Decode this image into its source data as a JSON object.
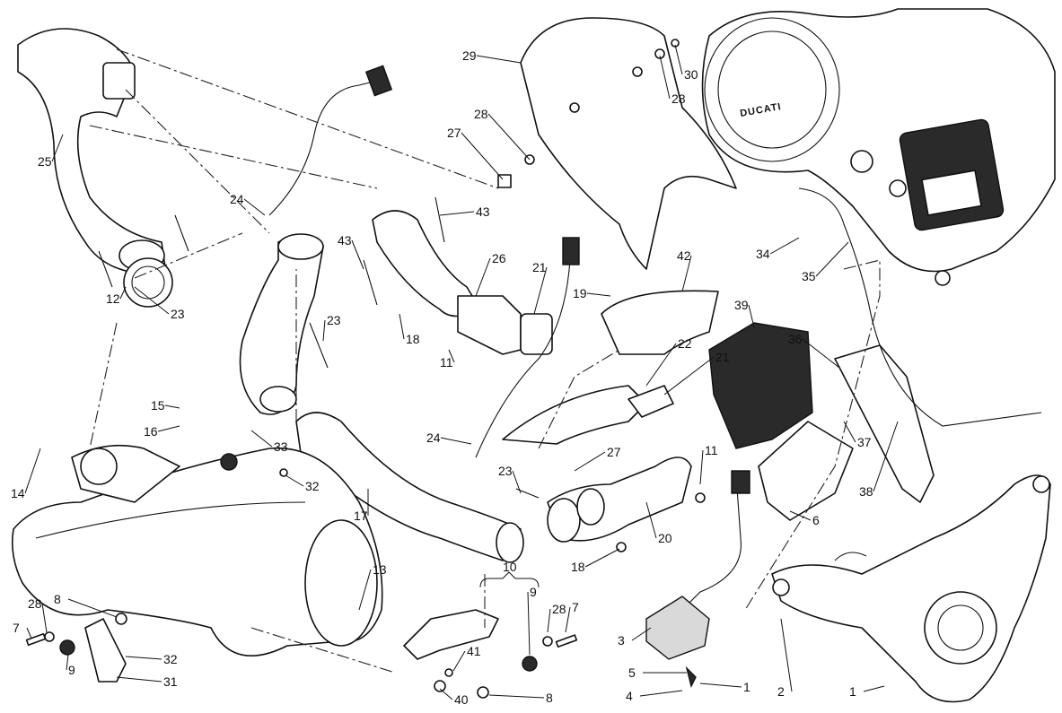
{
  "diagram": {
    "title": "Exhaust system exploded view",
    "logo_text": "DUCATI",
    "callouts": [
      "25",
      "23",
      "24",
      "29",
      "28",
      "27",
      "30",
      "28",
      "43",
      "43",
      "26",
      "21",
      "19",
      "42",
      "39",
      "34",
      "35",
      "36",
      "37",
      "38",
      "12",
      "18",
      "11",
      "23",
      "15",
      "16",
      "33",
      "32",
      "14",
      "22",
      "21",
      "24",
      "27",
      "23",
      "11",
      "20",
      "18",
      "17",
      "6",
      "13",
      "10",
      "9",
      "28",
      "7",
      "8",
      "28",
      "7",
      "9",
      "32",
      "31",
      "41",
      "40",
      "8",
      "3",
      "5",
      "4",
      "1",
      "2",
      "1"
    ]
  }
}
